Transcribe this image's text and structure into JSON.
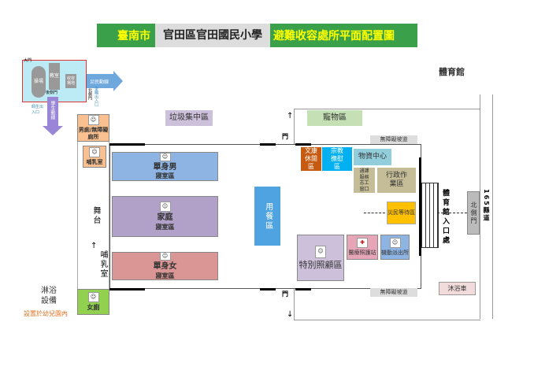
{
  "title": {
    "city": "臺南市",
    "school": "官田區官田國民小學",
    "suffix": "避難收容處所平面配置圖"
  },
  "colors": {
    "title_bg": "#3aa14a",
    "title_text": "#ffff00"
  },
  "minimap": {
    "gate": "大門",
    "playground": "操場",
    "classroom": "教室",
    "shelter": "收容場地",
    "victim_route": "災民動線",
    "back_gate": "後側門",
    "student_route": "學生動線",
    "student_entry": "師生出入口",
    "north_gate": "北側門",
    "vehicle_entry": "車輛出入口"
  },
  "gym": "體育館",
  "areas": {
    "garbage": "垃圾集中區",
    "pet": "寵物區",
    "mens_toilet": "男廁/無障礙廁所",
    "nursing": "哺乳室",
    "stage": "舞台",
    "nursing_arrow": "↑",
    "nursing2": "哺乳室",
    "womens_toilet": "女廁",
    "single_men": "單身男",
    "single_men_sub": "寢室區",
    "family": "家庭",
    "family_sub": "寢室區",
    "single_women": "單身女",
    "single_women_sub": "寢室區",
    "dining": "用餐區",
    "recreation": "文康休閒區",
    "religion": "宗教撫慰區",
    "supplies": "物資中心",
    "interpreter": "通譯服務志工窗口",
    "admin": "行政作業區",
    "waiting": "災民等待區",
    "special_care": "特別照顧區",
    "medical": "醫療照護站",
    "police": "機動派出所",
    "door_top": "門",
    "door_bottom": "門",
    "ramp_top": "無障礙坡道",
    "ramp_bottom": "無障礙坡道",
    "gym_entrance": "體育館入口處",
    "north_gate": "北側門",
    "road": "165縣道",
    "shower_truck": "沐浴車",
    "shower": "淋浴設備",
    "shower_note": "設置於幼兒園內"
  }
}
